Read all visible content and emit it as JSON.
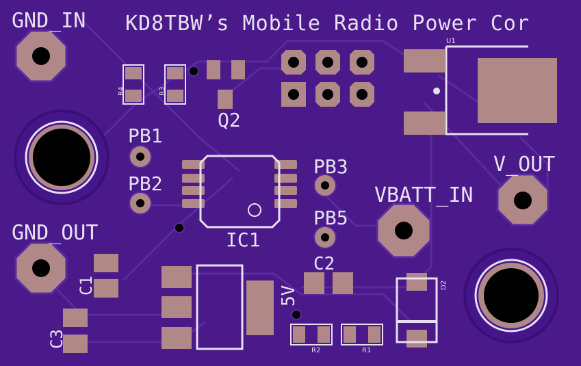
{
  "board": {
    "title": "KD8TBW’s Mobile Radio Power Cor",
    "colors": {
      "substrate": "#4a1a8a",
      "copper_trace": "#5a2aa0",
      "pad": "#b08888",
      "silkscreen": "#e8e0f2",
      "drill": "#000000"
    }
  },
  "labels": {
    "gnd_in": "GND_IN",
    "gnd_out": "GND_OUT",
    "v_out": "V_OUT",
    "vbatt_in": "VBATT_IN",
    "pb1": "PB1",
    "pb2": "PB2",
    "pb3": "PB3",
    "pb5": "PB5",
    "ic1": "IC1",
    "q2": "Q2",
    "c1": "C1",
    "c2": "C2",
    "c3": "C3",
    "fivev": "5V",
    "r1": "R1",
    "r2": "R2",
    "r3": "R3",
    "r4": "R4",
    "u1": "U1",
    "d2": "D2"
  }
}
